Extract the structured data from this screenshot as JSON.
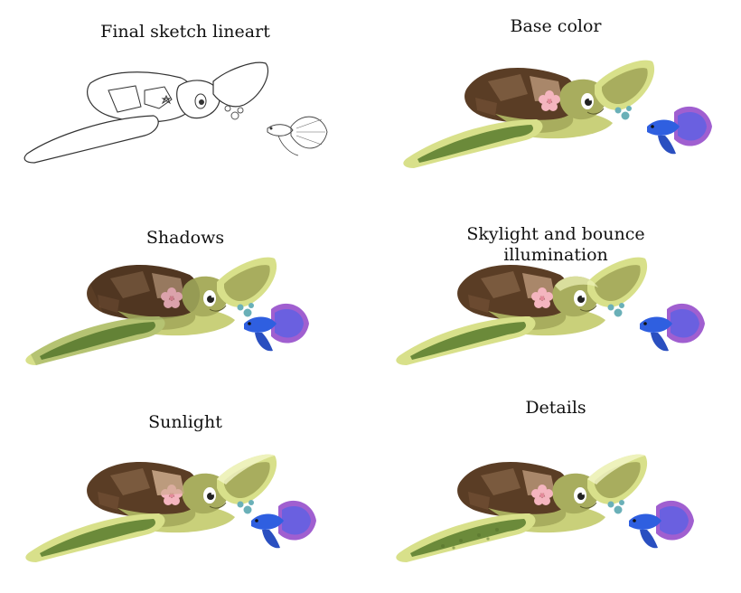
{
  "panels": [
    {
      "title": "Final sketch lineart"
    },
    {
      "title": "Base color"
    },
    {
      "title": "Shadows"
    },
    {
      "title": "Skylight and bounce\nillumination"
    },
    {
      "title": "Sunlight"
    },
    {
      "title": "Details"
    }
  ],
  "colors": {
    "shell_dark": "#5a3d25",
    "shell_mid": "#7a5a3e",
    "shell_light": "#a9876a",
    "skin_base": "#a8ad5e",
    "skin_light": "#d8e08a",
    "skin_highlight": "#eef2b8",
    "flipper_dark": "#6b8a3a",
    "flower": "#f4b5bf",
    "fish_blue": "#2f5fe0",
    "fish_purple": "#a05fd0",
    "bubble": "#6ab0b8"
  }
}
